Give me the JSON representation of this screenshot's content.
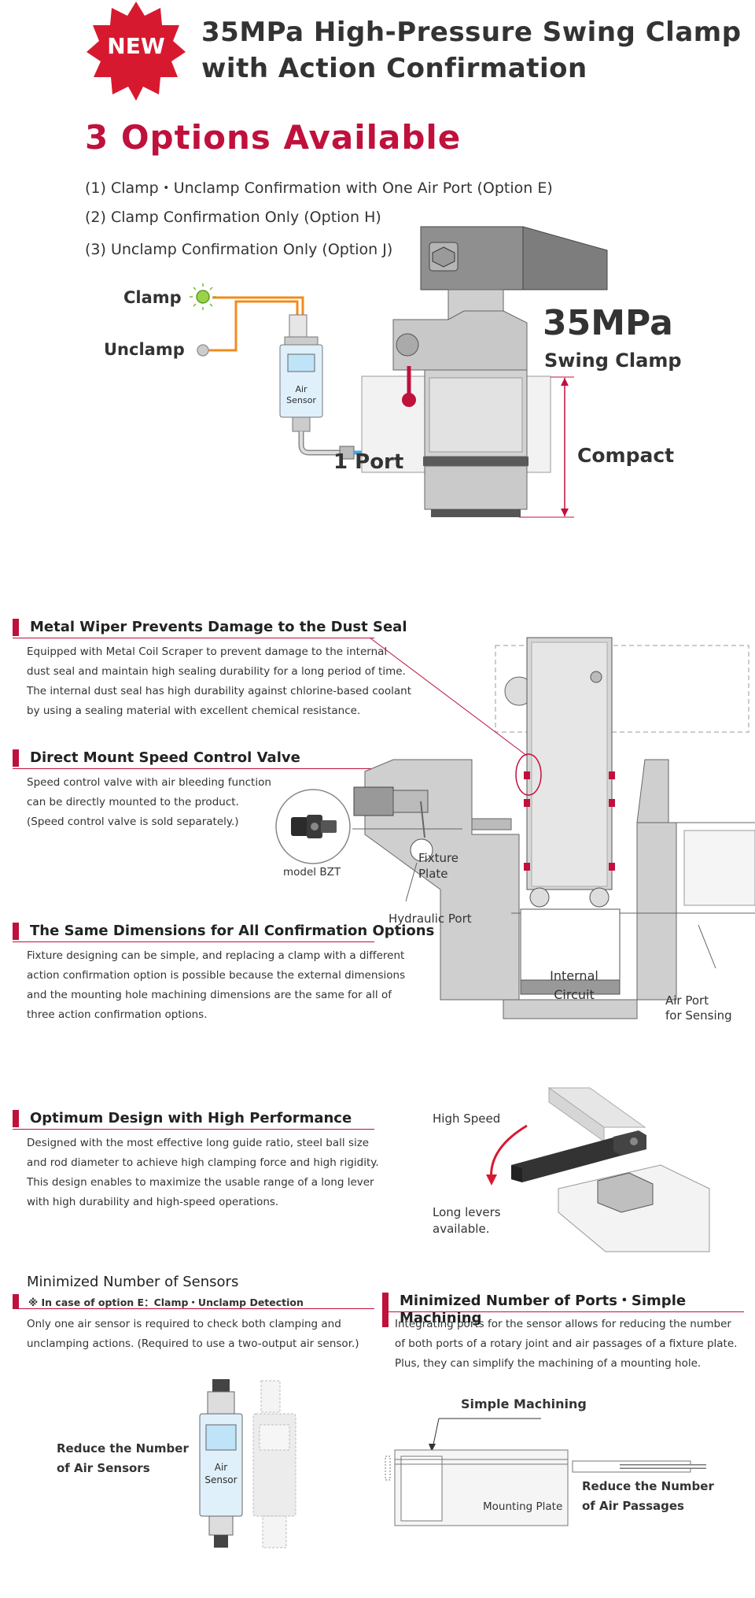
{
  "header": {
    "badge": "NEW",
    "title_line1": "35MPa High-Pressure Swing Clamp",
    "title_line2": "with Action Confirmation"
  },
  "options_title": "3 Options Available",
  "options": [
    "(1) Clamp・Unclamp Confirmation with One Air Port (Option E)",
    "(2) Clamp Confirmation Only (Option H)",
    "(3) Unclamp Confirmation Only (Option J)"
  ],
  "hero": {
    "clamp_label": "Clamp",
    "unclamp_label": "Unclamp",
    "sensor_label_1": "Air",
    "sensor_label_2": "Sensor",
    "port_label": "1 Port",
    "pressure": "35MPa",
    "product": "Swing Clamp",
    "compact": "Compact"
  },
  "sections": {
    "wiper": {
      "title": "Metal Wiper Prevents Damage to the Dust Seal",
      "lines": [
        "Equipped with Metal Coil Scraper to prevent damage to the internal",
        "dust seal and maintain high sealing durability for a long period of time.",
        "The internal dust seal has high durability against chlorine-based coolant",
        "by using a sealing material with excellent chemical resistance."
      ]
    },
    "speed": {
      "title": "Direct Mount Speed Control Valve",
      "lines": [
        "Speed control valve with air bleeding function",
        "can be directly mounted to the product.",
        "(Speed control valve is sold separately.)"
      ],
      "model": "model BZT"
    },
    "dims": {
      "title": "The Same Dimensions for All Confirmation Options",
      "lines": [
        "Fixture designing can be simple, and replacing a clamp with a different",
        "action confirmation option is possible because the external dimensions",
        "and the mounting hole machining dimensions are the same for all of",
        "three action confirmation options."
      ]
    },
    "cross_section": {
      "fixture_1": "Fixture",
      "fixture_2": "Plate",
      "hydraulic": "Hydraulic Port",
      "internal_1": "Internal",
      "internal_2": "Circuit",
      "airport_1": "Air Port",
      "airport_2": "for Sensing"
    },
    "optimum": {
      "title": "Optimum Design with High Performance",
      "lines": [
        "Designed with the most effective long guide ratio, steel ball size",
        "and rod diameter to achieve high clamping force and high rigidity.",
        "This design enables to maximize the usable range of a long lever",
        "with high durability and high-speed operations."
      ],
      "high_speed": "High Speed",
      "long_1": "Long levers",
      "long_2": "available."
    },
    "sensors": {
      "title": "Minimized Number of Sensors",
      "subtitle": "※ In case of option E：Clamp・Unclamp Detection",
      "lines": [
        "Only one air sensor is required to check both clamping and",
        "unclamping actions. (Required to use a two-output air sensor.)"
      ],
      "reduce_1": "Reduce the Number",
      "reduce_2": "of Air Sensors",
      "sensor_1": "Air",
      "sensor_2": "Sensor"
    },
    "ports": {
      "title": "Minimized Number of Ports・Simple Machining",
      "lines": [
        "Integrating ports for the sensor allows for reducing the number",
        "of both ports of a rotary joint and air passages of a fixture plate.",
        "Plus, they can simplify the machining of a mounting hole."
      ],
      "simple": "Simple Machining",
      "plate": "Mounting Plate",
      "reduce_1": "Reduce the Number",
      "reduce_2": "of Air Passages"
    }
  },
  "colors": {
    "accent": "#c0103c",
    "air_line": "#4aa3df",
    "orange": "#f08c1e"
  }
}
